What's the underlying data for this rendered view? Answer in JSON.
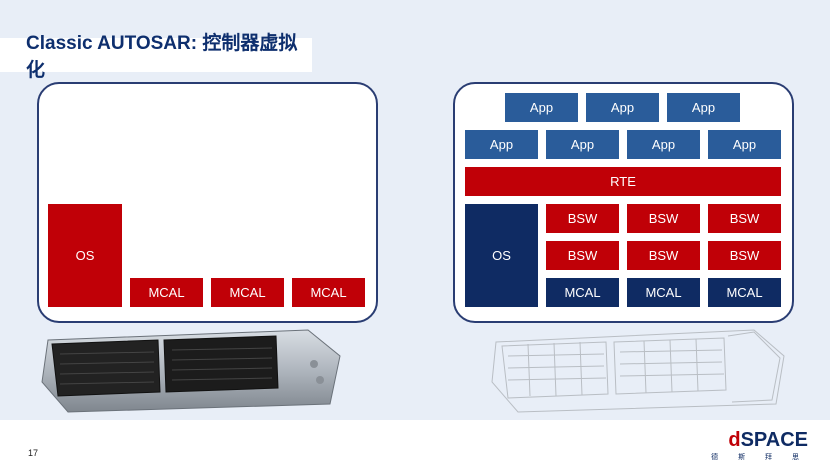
{
  "slide": {
    "title": "Classic AUTOSAR: 控制器虚拟化",
    "page_number": "17"
  },
  "left_panel": {
    "os": "OS",
    "mcal": [
      "MCAL",
      "MCAL",
      "MCAL"
    ]
  },
  "right_panel": {
    "apps_row1": [
      "App",
      "App",
      "App"
    ],
    "apps_row2": [
      "App",
      "App",
      "App",
      "App"
    ],
    "rte": "RTE",
    "os": "OS",
    "bsw_row1": [
      "BSW",
      "BSW",
      "BSW"
    ],
    "bsw_row2": [
      "BSW",
      "BSW",
      "BSW"
    ],
    "mcal": [
      "MCAL",
      "MCAL",
      "MCAL"
    ]
  },
  "logo": {
    "brand_d": "d",
    "brand_rest": "SPACE",
    "sub": "德 斯 拜 思"
  },
  "colors": {
    "red": "#c00007",
    "app_blue": "#2a5c9a",
    "navy": "#0f2b63",
    "background": "#e8eef7"
  }
}
